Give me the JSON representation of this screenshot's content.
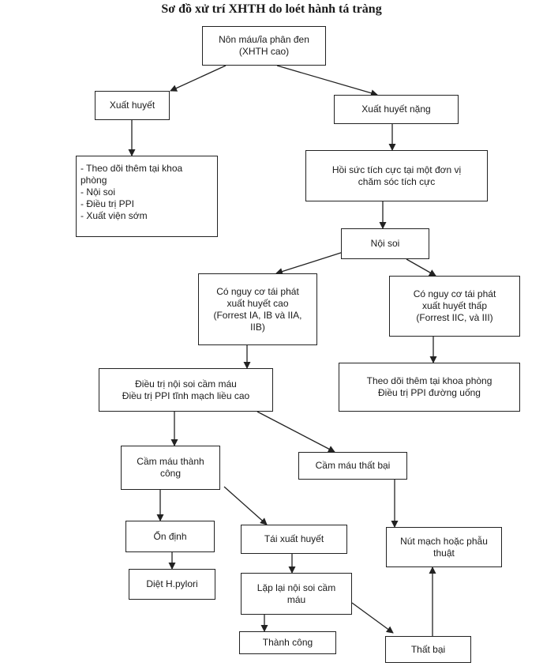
{
  "title": "Sơ đồ xử trí XHTH do loét hành tá tràng",
  "nodes": {
    "start": [
      "Nôn máu/ỉa phân đen",
      "(XHTH cao)"
    ],
    "bleeding": [
      "Xuất huyết"
    ],
    "severe_bleeding": [
      "Xuất huyết nặng"
    ],
    "mild_care": [
      "- Theo dõi thêm tại khoa",
      "phòng",
      "- Nội soi",
      "- Điều trị PPI",
      "- Xuất viện sớm"
    ],
    "icu": [
      "Hồi sức tích cực tại một đơn vị",
      "chăm sóc tích cực"
    ],
    "endoscopy": [
      "Nội soi"
    ],
    "high_risk": [
      "Có nguy cơ tái phát",
      "xuất huyết cao",
      "(Forrest IA, IB và IIA,",
      "IIB)"
    ],
    "low_risk": [
      "Có nguy cơ tái phát",
      "xuất huyết thấp",
      "(Forrest IIC, và III)"
    ],
    "low_risk_care": [
      "Theo dõi thêm tại khoa phòng",
      "Điều trị PPI đường uống"
    ],
    "endo_treatment": [
      "Điều trị nội soi cầm máu",
      "Điều trị PPI tĩnh mạch liều cao"
    ],
    "hemostasis_success": [
      "Cầm máu thành",
      "công"
    ],
    "hemostasis_fail": [
      "Cầm máu thất bại"
    ],
    "stable": [
      "Ổn định"
    ],
    "rebleeding": [
      "Tái xuất huyết"
    ],
    "embolization_surgery": [
      "Nút mạch hoặc phẫu",
      "thuật"
    ],
    "hpylori": [
      "Diệt H.pylori"
    ],
    "repeat_endoscopy": [
      "Lặp lại nội soi cầm",
      "máu"
    ],
    "success": [
      "Thành công"
    ],
    "failure": [
      "Thất bại"
    ]
  }
}
